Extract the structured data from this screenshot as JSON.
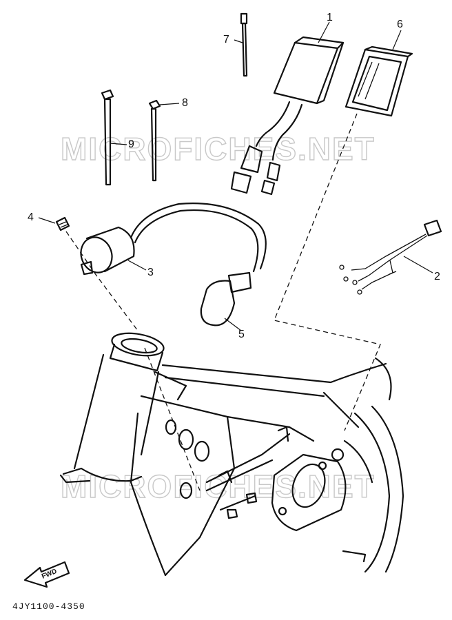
{
  "callouts": {
    "c1": "1",
    "c2": "2",
    "c3": "3",
    "c4": "4",
    "c5": "5",
    "c6": "6",
    "c7": "7",
    "c8": "8",
    "c9": "9"
  },
  "watermark": "MICROFICHES.NET",
  "fwd_label": "FWD",
  "diagram_code": "4JY1100-4350"
}
